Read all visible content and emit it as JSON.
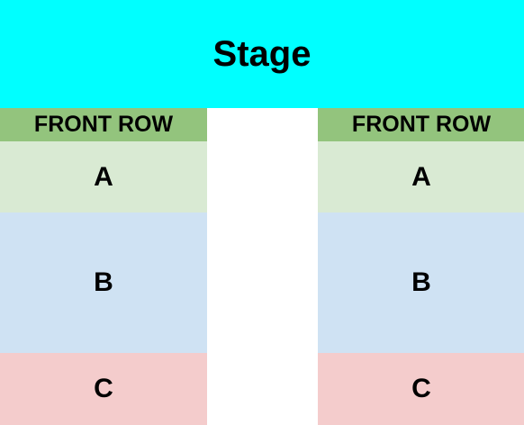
{
  "stage": {
    "label": "Stage",
    "color": "#00ffff"
  },
  "sections": [
    {
      "front_row_label": "FRONT ROW",
      "rows": [
        "A",
        "B",
        "C"
      ]
    },
    {
      "front_row_label": "FRONT ROW",
      "rows": [
        "A",
        "B",
        "C"
      ]
    }
  ],
  "colors": {
    "front_row": "#93c47d",
    "row_a": "#d9ead3",
    "row_b": "#cfe2f3",
    "row_c": "#f4cccc"
  }
}
